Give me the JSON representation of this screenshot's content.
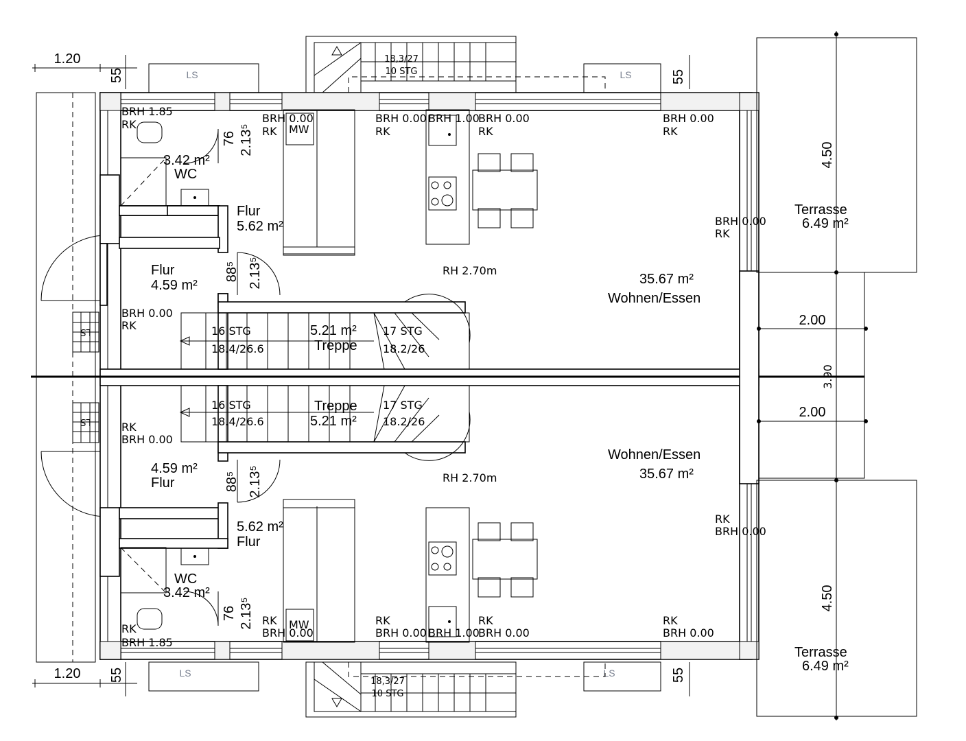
{
  "plan": {
    "top_unit": {
      "wc": {
        "name": "WC",
        "area": "3.42 m²",
        "brh": "BRH 1.85",
        "rk": "RK",
        "door_w": "76",
        "door_h": "2.13⁵"
      },
      "flur_small": {
        "name": "Flur",
        "area": "5.62 m²"
      },
      "flur_entry": {
        "name": "Flur",
        "area": "4.59 m²",
        "brh": "BRH 0.00",
        "rk": "RK",
        "door_w": "88⁵",
        "door_h": "2.13⁵"
      },
      "treppe": {
        "name": "Treppe",
        "area": "5.21 m²",
        "left_stg": "16 STG",
        "left_dim": "18.4/26.6",
        "right_stg": "17 STG",
        "right_dim": "18.2/26"
      },
      "wohnen": {
        "name": "Wohnen/Essen",
        "area": "35.67 m²",
        "rh": "RH 2.70m"
      },
      "terrasse": {
        "name": "Terrasse",
        "area": "6.49 m²",
        "dim": "4.50"
      },
      "window_labels": [
        {
          "brh": "BRH 0.00",
          "rk": "RK"
        },
        {
          "brh": "BRH 0.00",
          "rk": "RK"
        },
        {
          "brh": "BRH 1.00",
          "rk": ""
        },
        {
          "brh": "BRH 0.00",
          "rk": "RK"
        },
        {
          "brh": "BRH 0.00",
          "rk": "RK"
        }
      ],
      "right_window": {
        "brh": "BRH 0.00",
        "rk": "RK"
      },
      "mw": "MW",
      "outer_stair": {
        "dim": "18,3/27",
        "stg": "10 STG"
      },
      "ls_left": "LS",
      "ls_right": "LS",
      "dim_left": "1.20",
      "dim_55_left": "55",
      "dim_55_right": "55"
    },
    "bottom_unit": {
      "wc": {
        "name": "WC",
        "area": "3.42 m²",
        "brh": "BRH 1.85",
        "rk": "RK",
        "door_w": "76",
        "door_h": "2.13⁵"
      },
      "flur_small": {
        "name": "Flur",
        "area": "5.62 m²"
      },
      "flur_entry": {
        "name": "Flur",
        "area": "4.59 m²",
        "brh": "BRH 0.00",
        "rk": "RK",
        "door_w": "88⁵",
        "door_h": "2.13⁵"
      },
      "treppe": {
        "name": "Treppe",
        "area": "5.21 m²",
        "left_stg": "16 STG",
        "left_dim": "18.4/26.6",
        "right_stg": "17 STG",
        "right_dim": "18.2/26"
      },
      "wohnen": {
        "name": "Wohnen/Essen",
        "area": "35.67 m²",
        "rh": "RH 2.70m"
      },
      "terrasse": {
        "name": "Terrasse",
        "area": "6.49 m²",
        "dim": "4.50"
      },
      "window_labels": [
        {
          "brh": "BRH 0.00",
          "rk": "RK"
        },
        {
          "brh": "BRH 0.00",
          "rk": "RK"
        },
        {
          "brh": "BRH 1.00",
          "rk": ""
        },
        {
          "brh": "BRH 0.00",
          "rk": "RK"
        },
        {
          "brh": "BRH 0.00",
          "rk": "RK"
        }
      ],
      "right_window": {
        "brh": "BRH 0.00",
        "rk": "RK"
      },
      "mw": "MW",
      "outer_stair": {
        "dim": "18,3/27",
        "stg": "10 STG"
      },
      "ls_left": "LS",
      "ls_right": "LS",
      "dim_left": "1.20",
      "dim_55_left": "55",
      "dim_55_right": "55"
    },
    "middle_dims": {
      "upper": "2.00",
      "lower": "2.00",
      "total": "3.90"
    },
    "ls_small": "LS"
  }
}
